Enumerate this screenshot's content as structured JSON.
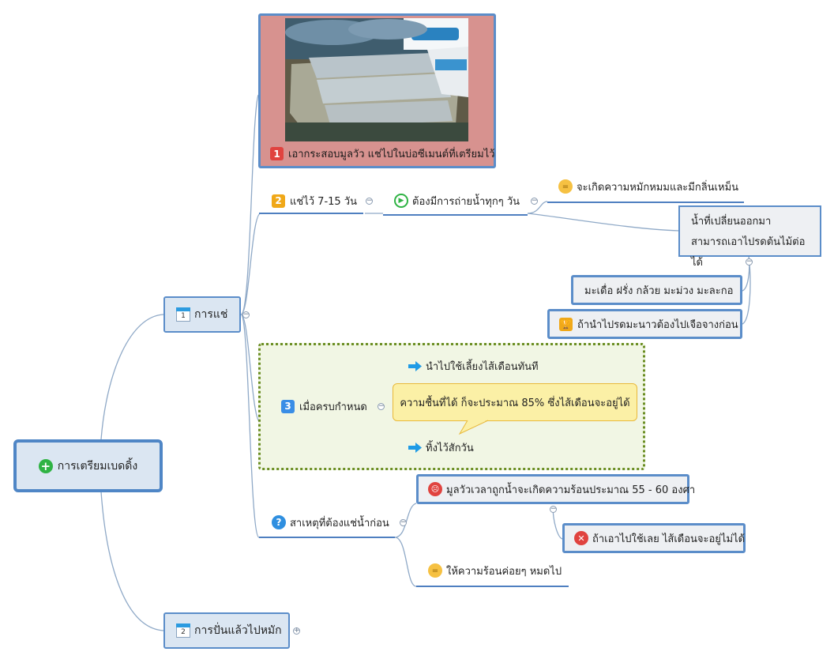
{
  "root": {
    "label": "การเตรียมเบดดิ้ง"
  },
  "main_topics": [
    {
      "label": "การแช่",
      "calendar_number": "1"
    },
    {
      "label": "การปั่นแล้วไปหมัก",
      "calendar_number": "2"
    }
  ],
  "soak": {
    "step1": {
      "number": "1",
      "label": "เอากระสอบมูลวัว แช่ไปในบ่อซีเมนต์ที่เตรียมไว้",
      "image_icon": "photo-cement-tank-with-sacks"
    },
    "step2": {
      "number": "2",
      "label": "แช่ไว้ 7-15 วัน",
      "water_change": "ต้องมีการถ่ายน้ำทุกๆ วัน",
      "smell_note": "จะเกิดความหมักหมมและมีกลิ่นเหม็น",
      "wastewater_note": [
        "น้ำที่เปลี่ยนออกมา",
        "สามารถเอาไปรดต้นไม้ต่อได้"
      ],
      "plants_note": "มะเดื่อ ฝรั่ง กล้วย มะม่วง มะละกอ",
      "lime_note": "ถ้านำไปรดมะนาวต้องไปเจือจางก่อน"
    },
    "step3": {
      "number": "3",
      "label": "เมื่อครบกำหนด",
      "use_now": "นำไปใช้เลี้ยงไส้เดือนทันที",
      "callout": "ความชื้นที่ได้ ก็จะประมาณ 85% ซึ่งไส้เดือนจะอยู่ได้",
      "rest": "ทิ้งไว้สักวัน"
    },
    "reason": {
      "label": "สาเหตุที่ต้องแช่น้ำก่อน",
      "heat": "มูลวัวเวลาถูกน้ำจะเกิดความร้อนประมาณ 55 - 60 องศา",
      "warning": "ถ้าเอาไปใช้เลย ไส้เดือนจะอยู่ไม่ได้",
      "cool": "ให้ความร้อนค่อยๆ หมดไป"
    }
  },
  "colors": {
    "line": "#8fa9c7",
    "underline": "#4f7fc0",
    "node_border": "#5b8dc9",
    "badge_red": "#e0433f",
    "badge_orange": "#f0a818",
    "badge_blue": "#3a8ee6",
    "image_topic_bg": "#d7928f",
    "boundary_bg": "#f1f6e4",
    "boundary_border": "#6b8e23",
    "callout_bg": "#fbf0a6",
    "callout_border": "#e9b93a"
  }
}
